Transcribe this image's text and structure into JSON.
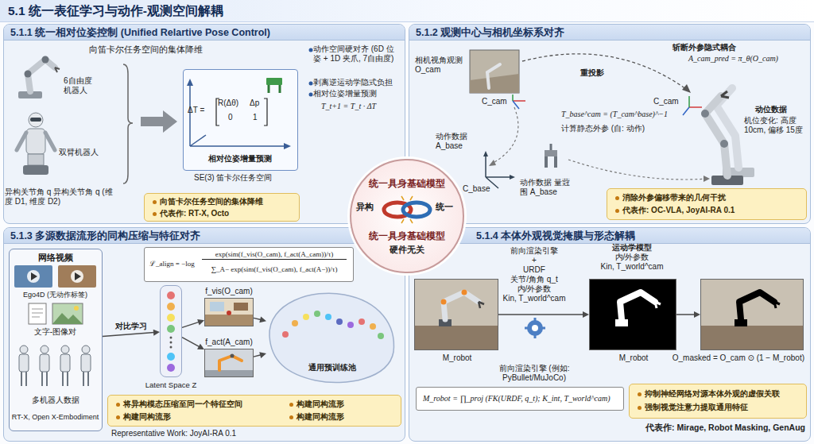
{
  "diagram": {
    "title": "5.1 统一表征学习与动作-观测空间解耦",
    "nodes": [
      {
        "text": [
          "5.1.1 统一相对位姿控制 (Unified Relartive Pose Control)"
        ]
      },
      {
        "text": [
          "相对位姿增量预测"
        ],
        "in": 0
      },
      {
        "text": [
          "向笛卡尔任务空间的集体降维",
          "代表作: RT-X, Octo"
        ],
        "in": 0
      },
      {
        "text": [
          "5.1.2 观测中心与相机坐标系对齐"
        ]
      },
      {
        "text": [
          "消除外参偏移带来的几何干扰",
          "代表作: OC-VLA, JoyAI-RA 0.1"
        ],
        "in": 3
      },
      {
        "text": [
          "统一具身基础模型",
          "异构",
          "统一",
          "统一具身基础模型",
          "硬件无关"
        ]
      },
      {
        "text": [
          "5.1.3 多源数据流形的同构压缩与特征对齐"
        ]
      },
      {
        "text": [
          "网络视频",
          "Ego4D (无动作标签)",
          "文字-图像对",
          "多机器人数据",
          "RT-X, Open X-Embodiment"
        ],
        "in": 6
      },
      {
        "text": [
          "ℒ_align = −log",
          "exp(sim(f_vis(O_cam), f_act(A_cam))/τ)",
          "∑_A− exp(sim(f_vis(O_cam), f_act(A−))/τ)"
        ],
        "in": 6
      },
      {
        "text": [
          "Latent Space Z"
        ],
        "in": 6
      },
      {
        "text": [
          "f_vis(O_cam)"
        ],
        "in": 6
      },
      {
        "text": [
          "f_act(A_cam)"
        ],
        "in": 6
      },
      {
        "text": [
          "通用预训练池"
        ],
        "in": 6
      },
      {
        "text": [
          "将异构模态压缩至同一个特征空间",
          "构建同构流形",
          "构建同构流形",
          "构建同构流形"
        ],
        "in": 6
      },
      {
        "text": [
          "5.1.4 本体外观视觉掩膜与形态解耦"
        ]
      },
      {
        "text": [
          "M_robot"
        ],
        "in": 14
      },
      {
        "text": [
          "M_robot"
        ],
        "in": 14
      },
      {
        "text": [
          "O_masked = O_cam ⊙ (1 − M_robot)"
        ],
        "in": 14
      },
      {
        "text": [
          "M_robot = ∏_proj (FK(URDF, q_t); K_int, T_world^cam)"
        ],
        "in": 14
      },
      {
        "text": [
          "抑制神经网络对源本体外观的虚假关联",
          "强制视觉注意力提取通用特征"
        ],
        "in": 14
      }
    ],
    "edges": [
      {
        "from": 7,
        "to": 9,
        "arrow": "to",
        "label": "对比学习"
      },
      {
        "from": 9,
        "to": 10,
        "arrow": "to"
      },
      {
        "from": 9,
        "to": 11,
        "arrow": "to"
      },
      {
        "from": 10,
        "to": 12,
        "arrow": "to"
      },
      {
        "from": 11,
        "to": 12,
        "arrow": "to"
      },
      {
        "from": 15,
        "to": 16,
        "arrow": "to"
      },
      {
        "from": 16,
        "to": 17,
        "arrow": "to"
      }
    ],
    "labels": [
      "向笛卡尔任务空间的集体降维",
      "6自由度 机器人",
      "双臂机器人",
      "异构关节角 q 异构关节角 q (维度 D1, 维度 D2)",
      "ΔT =",
      "R(Δθ)",
      "Δp",
      "0",
      "1",
      "SE(3) 笛卡尔任务空间",
      "动作空间硬对齐 (6D 位姿 + 1D 夹爪, 7自由度)",
      "剥离逆运动学隐式负担",
      "相对位姿增量预测",
      "T_t+1 = T_t · ΔT",
      "相机视角观测 O_cam",
      "C_cam",
      "重投影",
      "斩断外参隐式耦合",
      "A_cam_pred = π_θ(O_cam)",
      "C_cam",
      "动位数据",
      "机位变化: 高度 10cm, 偏移 15度",
      "T_base^cam = (T_cam^base)^−1",
      "计算静态外参 (自: 动作)",
      "动作数据 A_base",
      "C_base",
      "动作数据 量蒄围 A_base",
      "Representative Work: JoyAI-RA 0.1",
      "前向渲染引擎",
      "+",
      "URDF",
      "关节/角角 q_t",
      "内/外参数",
      "Kin, T_world^cam",
      "运动学模型",
      "内/外参数",
      "Kin, T_world^cam",
      "前向渲染引擎 (例如: PyBullet/MuJoCo)",
      "代表作: Mirage, Robot Masking, GenAug"
    ]
  }
}
